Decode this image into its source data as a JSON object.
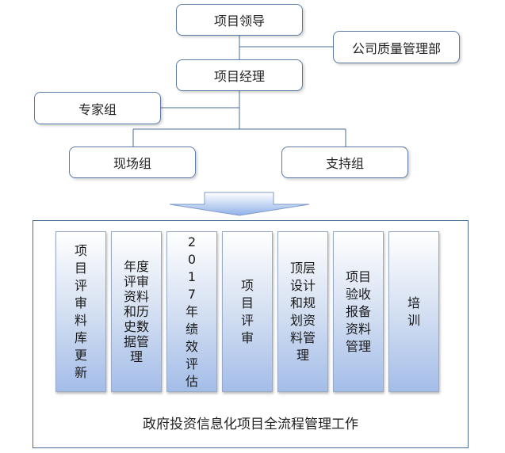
{
  "org": {
    "project_lead": "项目领导",
    "quality_dept": "公司质量管理部",
    "project_manager": "项目经理",
    "expert_group": "专家组",
    "field_group": "现场组",
    "support_group": "支持组"
  },
  "work_items": [
    "项目评审料库更新",
    "年度评审资料和历史数据管理",
    "2017年绩效评估",
    "项目评审",
    "顶层设计和规划资料管理",
    "项目验收报备资料管理",
    "培训"
  ],
  "footer": "政府投资信息化项目全流程管理工作",
  "colors": {
    "border": "#5b7ba6",
    "column_bottom": "#a4bde8",
    "arrow": "#8fb0e8"
  }
}
